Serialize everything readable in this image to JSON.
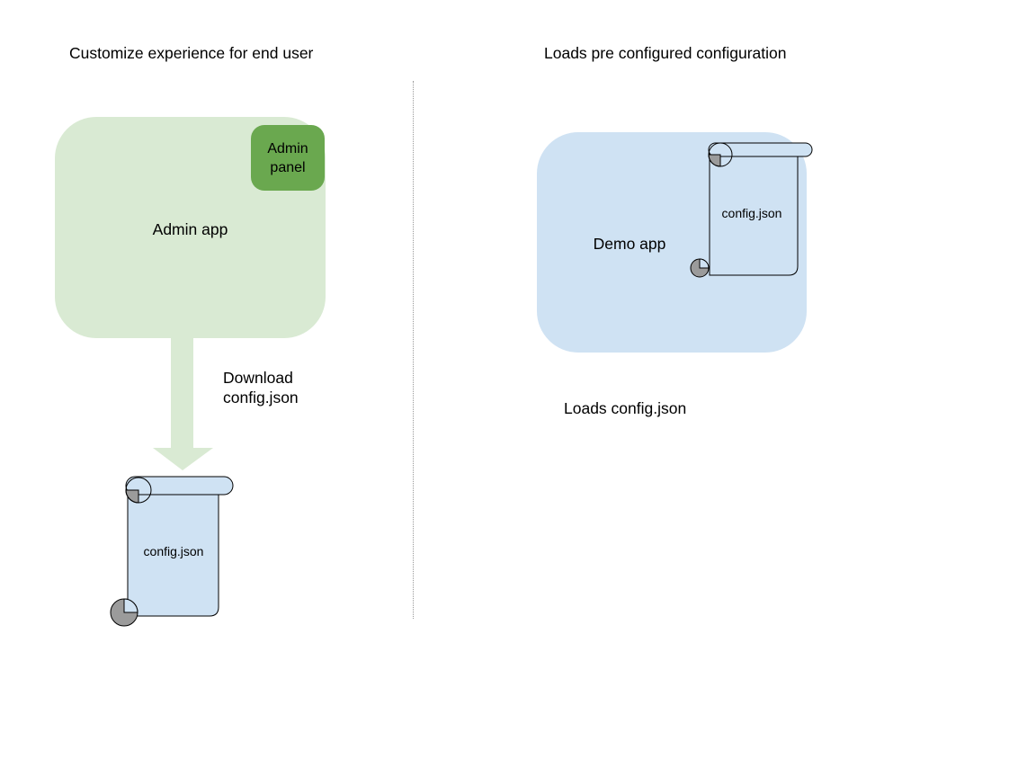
{
  "left_section": {
    "title": "Customize experience for end user",
    "admin_app_label": "Admin app",
    "admin_panel_label": "Admin panel",
    "download_label": "Download config.json",
    "config_file_label": "config.json"
  },
  "right_section": {
    "title": "Loads pre configured configuration",
    "demo_app_label": "Demo app",
    "config_file_label": "config.json",
    "caption": "Loads config.json"
  },
  "colors": {
    "app-green": "#d9ead3",
    "panel-green": "#6aa84f",
    "doc-blue": "#cfe2f3",
    "curl-gray": "#9b9b9b",
    "divider-gray": "#999999",
    "outline-black": "#000000",
    "text-black": "#000000"
  }
}
